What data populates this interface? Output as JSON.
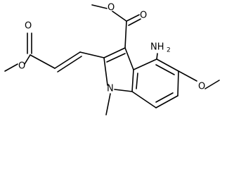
{
  "molecule": {
    "labels": {
      "ester_o_left_carbonyl": "O",
      "ester_o_left_single": "O",
      "ester_o_top_carbonyl": "O",
      "ester_o_top_single": "O",
      "amino": "NH",
      "amino_sub": "2",
      "methoxy_o": "O",
      "indole_n": "N"
    },
    "colors": {
      "stroke": "#000000",
      "text": "#000000",
      "background": "#ffffff"
    }
  }
}
